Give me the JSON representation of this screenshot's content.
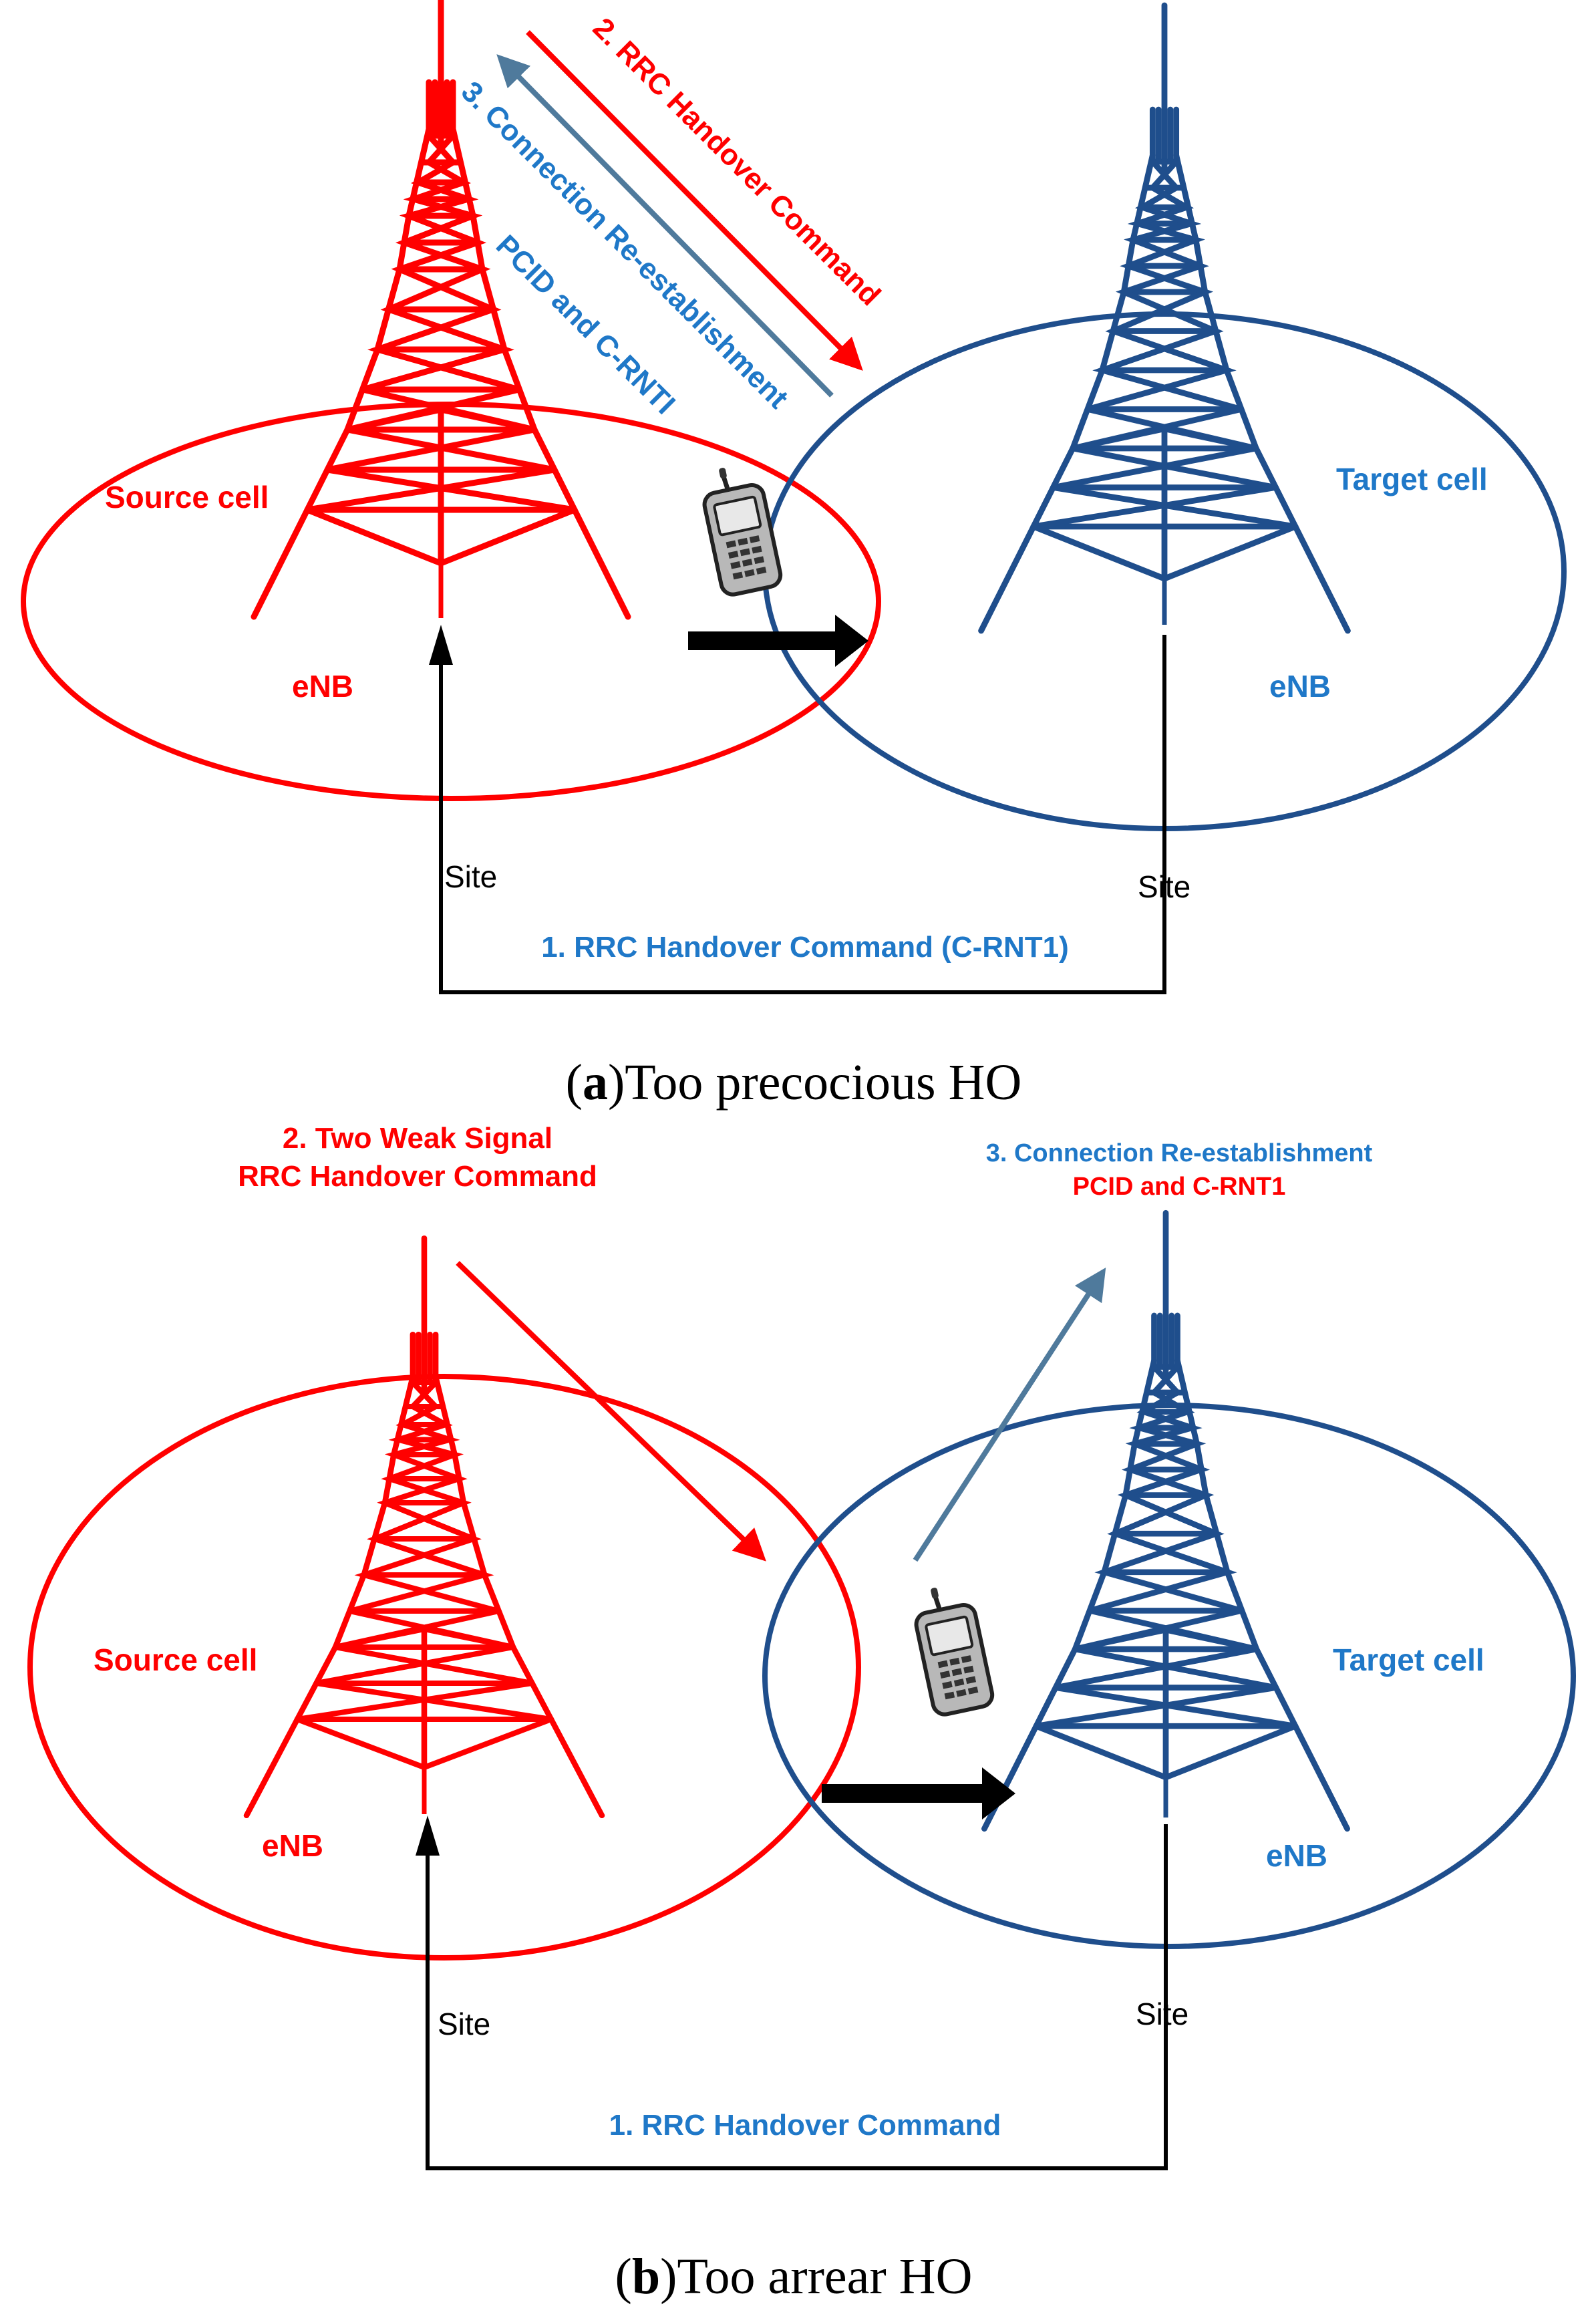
{
  "colors": {
    "source": "#ff0000",
    "target": "#1f4e8c",
    "label_blue": "#1f78c8",
    "connection_arrow": "#4f7a9c",
    "black": "#000000"
  },
  "panel_a": {
    "caption_letter": "a",
    "caption_text": "Too precocious HO",
    "source_cell_label": "Source cell",
    "target_cell_label": "Target cell",
    "source_enb_label": "eNB",
    "target_enb_label": "eNB",
    "source_site_label": "Site",
    "target_site_label": "Site",
    "step1_label": "1. RRC Handover Command (C-RNT1)",
    "step2_label": "2. RRC Handover Command",
    "step3_line1": "3. Connection Re-establishment",
    "step3_line2": "PCID and C-RNTI",
    "ue_icon": "mobile-phone-icon",
    "source_tower_icon": "transmission-tower-icon",
    "target_tower_icon": "transmission-tower-icon"
  },
  "panel_b": {
    "caption_letter": "b",
    "caption_text": "Too arrear HO",
    "source_cell_label": "Source cell",
    "target_cell_label": "Target cell",
    "source_enb_label": "eNB",
    "target_enb_label": "eNB",
    "source_site_label": "Site",
    "target_site_label": "Site",
    "step1_label": "1. RRC Handover Command",
    "step2_line1": "2. Two Weak Signal",
    "step2_line2": "RRC Handover Command",
    "step3_line1": "3. Connection Re-establishment",
    "step3_line2": "PCID and C-RNT1",
    "ue_icon": "mobile-phone-icon",
    "source_tower_icon": "transmission-tower-icon",
    "target_tower_icon": "transmission-tower-icon"
  }
}
